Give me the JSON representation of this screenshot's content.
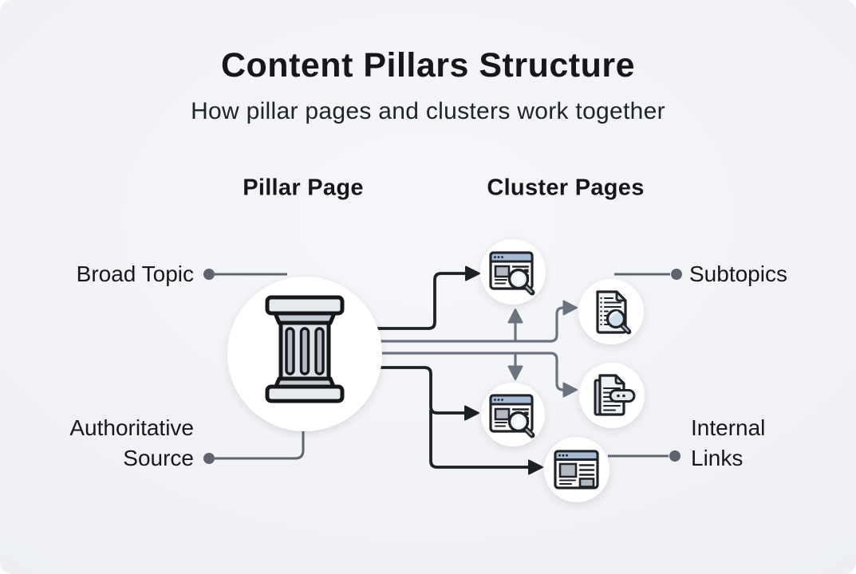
{
  "title": "Content Pillars Structure",
  "subtitle": "How pillar pages and clusters work together",
  "columns": {
    "pillar": "Pillar Page",
    "clusters": "Cluster Pages"
  },
  "labels": {
    "broad_topic": "Broad Topic",
    "authoritative_line1": "Authoritative",
    "authoritative_line2": "Source",
    "subtopics": "Subtopics",
    "internal_line1": "Internal",
    "internal_line2": "Links"
  },
  "nodes": {
    "pillar": {
      "icon": "column-pillar-icon",
      "annotations": [
        "Broad Topic",
        "Authoritative Source"
      ]
    },
    "clusters": [
      {
        "icon": "webpage-search-icon",
        "position": "top"
      },
      {
        "icon": "document-search-icon",
        "position": "upper-right",
        "annotation": "Subtopics"
      },
      {
        "icon": "documents-link-icon",
        "position": "lower-right"
      },
      {
        "icon": "webpage-search-icon",
        "position": "lower-middle"
      },
      {
        "icon": "webpage-layout-icon",
        "position": "bottom",
        "annotation": "Internal Links"
      }
    ]
  },
  "colors": {
    "background": "#eef0f4",
    "dark_line": "#1d2025",
    "gray_line": "#6b7280",
    "dot": "#5d646e",
    "node_fill": "#ffffff",
    "icon_outline": "#1f2228",
    "icon_header_blue": "#a5bad2",
    "icon_gray_fill": "#b3bac2",
    "text": "#16181d"
  }
}
